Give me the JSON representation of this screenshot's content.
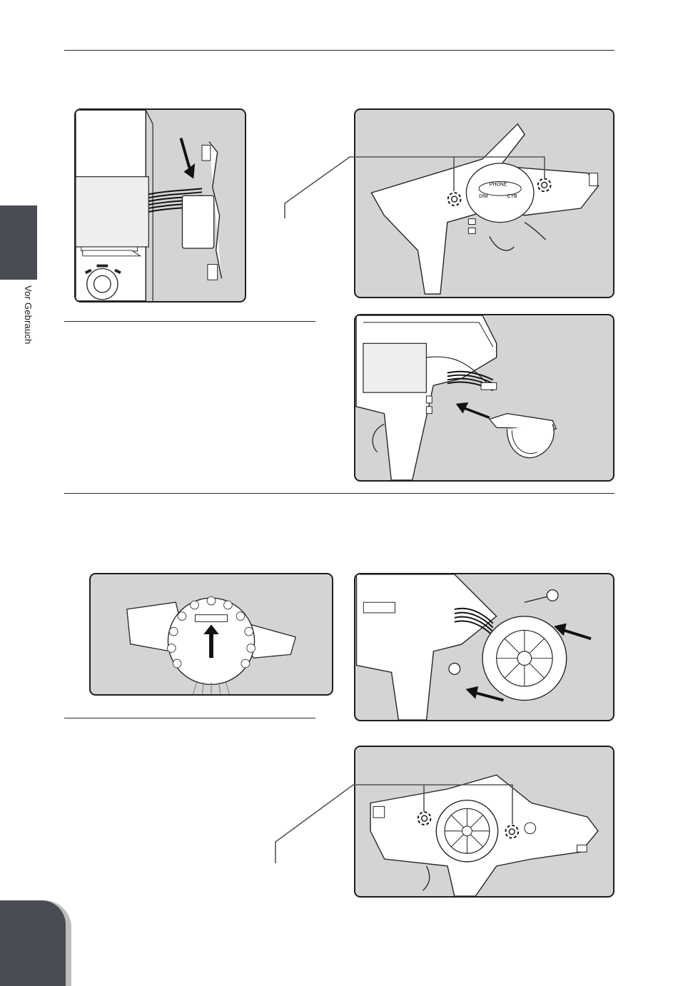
{
  "sidebar": {
    "section_label": "Vor Gebrauch"
  },
  "figures": [
    {
      "icon": "connector-detail-illustration"
    },
    {
      "icon": "transmitter-screw-locations-illustration"
    },
    {
      "icon": "connector-cover-illustration"
    },
    {
      "icon": "steering-wheel-module-back-illustration"
    },
    {
      "icon": "wheel-module-mount-illustration"
    },
    {
      "icon": "wheel-module-screws-illustration"
    }
  ],
  "labels": {
    "phone": "PHONE",
    "dim": "DIM",
    "cyb": "CYB"
  }
}
